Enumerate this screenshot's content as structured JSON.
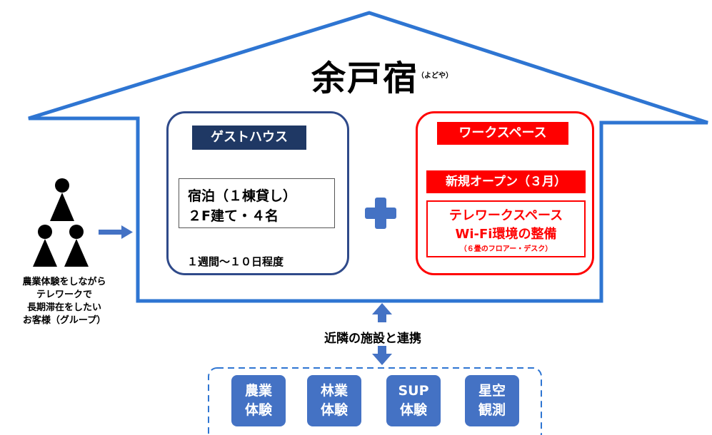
{
  "header": {
    "title": "余戸宿",
    "title_reading": "（よどや）"
  },
  "guesthouse": {
    "label": "ゲストハウス",
    "stay_line1": "宿泊（１棟貸し）",
    "stay_line2": "２F建て・４名",
    "duration": "１週間～１０日程度"
  },
  "workspace": {
    "label": "ワークスペース",
    "new_open": "新規オープン（３月）",
    "line1": "テレワークスペース",
    "line2": "Wi-Fi環境の整備",
    "line3": "（６畳のフロアー・デスク）"
  },
  "target_customer": {
    "lines": [
      "農業体験をしながら",
      "テレワークで",
      "長期滞在をしたい",
      "お客様（グループ）"
    ]
  },
  "cooperation": {
    "label": "近隣の施設と連携"
  },
  "facilities": [
    {
      "line1": "農業",
      "line2": "体験"
    },
    {
      "line1": "林業",
      "line2": "体験"
    },
    {
      "line1": "SUP",
      "line2": "体験"
    },
    {
      "line1": "星空",
      "line2": "観測"
    }
  ],
  "colors": {
    "house_outline": "#2e75d2",
    "guest_border": "#2f4a8a",
    "guest_label_bg": "#1f3864",
    "work_border": "#ff0000",
    "arrow": "#4472c4",
    "facility_bg": "#4472c4"
  },
  "icons": [
    "person-icon",
    "plus-icon",
    "arrow-right-icon",
    "arrow-up-icon",
    "arrow-down-icon"
  ]
}
